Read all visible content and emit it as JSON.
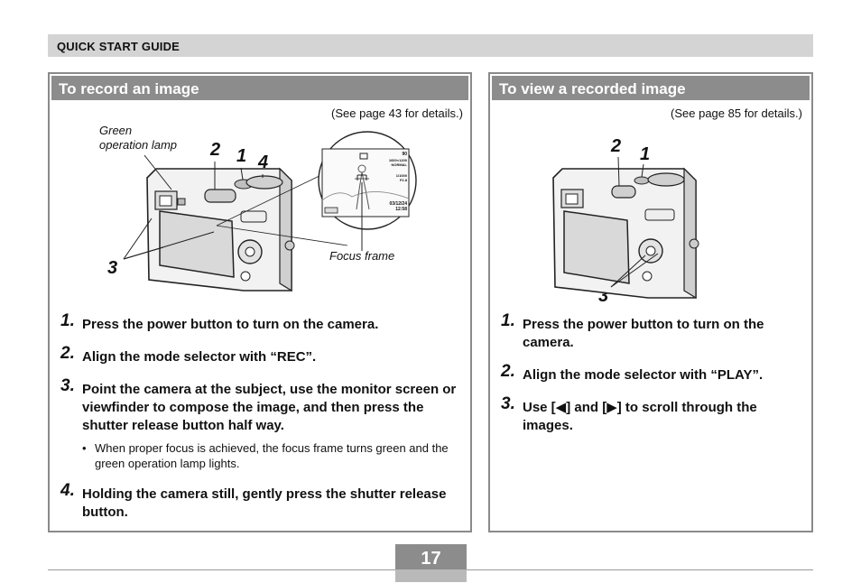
{
  "header": {
    "title": "QUICK START GUIDE"
  },
  "left_panel": {
    "title": "To record an image",
    "see_page": "(See page 43 for details.)",
    "labels": {
      "green_lamp_1": "Green",
      "green_lamp_2": "operation lamp",
      "focus_frame": "Focus frame"
    },
    "callouts": [
      "2",
      "1",
      "4",
      "3"
    ],
    "lcd": {
      "top1": "90",
      "top2": "1600×1200",
      "top3": "NORMAL",
      "mid1": "1/1000",
      "mid2": "F2.8",
      "date": "03/12/24",
      "time": "12:58"
    },
    "steps": [
      {
        "num": "1.",
        "text": "Press the power button to turn on the camera."
      },
      {
        "num": "2.",
        "text": "Align the mode selector with “REC”."
      },
      {
        "num": "3.",
        "text": "Point the camera at the subject, use the monitor screen or viewfinder to compose the image, and then press the shutter release button half way."
      },
      {
        "num": "4.",
        "text": "Holding the camera still, gently press the shutter release button."
      }
    ],
    "bullet": "When proper focus is achieved, the focus frame turns green and the green operation lamp lights."
  },
  "right_panel": {
    "title": "To view a recorded image",
    "see_page": "(See page 85 for details.)",
    "callouts": [
      "2",
      "1",
      "3"
    ],
    "steps": [
      {
        "num": "1.",
        "text": "Press the power button to turn on the camera."
      },
      {
        "num": "2.",
        "text": "Align the mode selector with “PLAY”."
      },
      {
        "num": "3.",
        "text": "Use [◀] and [▶] to scroll through the images."
      }
    ]
  },
  "footer": {
    "page_number": "17"
  }
}
